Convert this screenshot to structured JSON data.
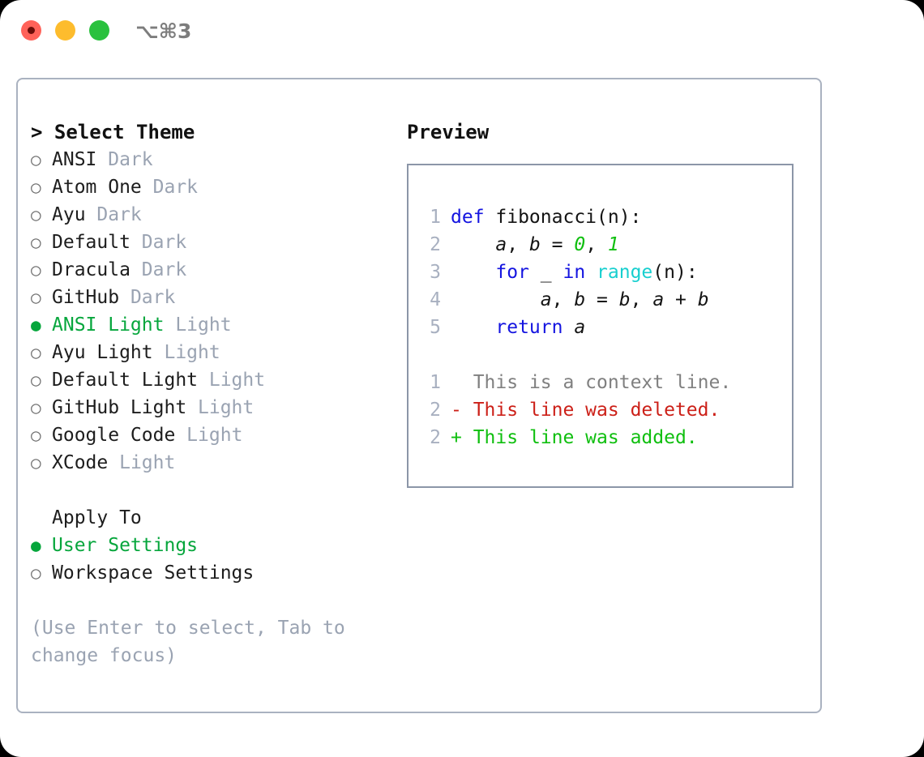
{
  "window": {
    "title": "⌥⌘3",
    "traffic_lights": [
      {
        "name": "close",
        "color": "#ff6259"
      },
      {
        "name": "minimize",
        "color": "#fdbc2d"
      },
      {
        "name": "maximize",
        "color": "#2ac13e"
      }
    ]
  },
  "colors": {
    "panel_border": "#aab2c0",
    "preview_border": "#8c96a8",
    "accent_green": "#06a63c",
    "muted": "#9aa3b2",
    "keyword_blue": "#1414e0",
    "builtin_cyan": "#17cfcf",
    "number_green": "#0fbf0f",
    "diff_added": "#0fbf0f",
    "diff_deleted": "#cc2018",
    "diff_context": "#808080",
    "line_number": "#a8b0c0"
  },
  "theme_picker": {
    "heading": "> Select Theme",
    "items": [
      {
        "marker": "○",
        "name": "ANSI",
        "variant": " Dark",
        "selected": false
      },
      {
        "marker": "○",
        "name": "Atom One",
        "variant": " Dark",
        "selected": false
      },
      {
        "marker": "○",
        "name": "Ayu",
        "variant": " Dark",
        "selected": false
      },
      {
        "marker": "○",
        "name": "Default",
        "variant": " Dark",
        "selected": false
      },
      {
        "marker": "○",
        "name": "Dracula",
        "variant": " Dark",
        "selected": false
      },
      {
        "marker": "○",
        "name": "GitHub",
        "variant": " Dark",
        "selected": false
      },
      {
        "marker": "●",
        "name": "ANSI Light",
        "variant": " Light",
        "selected": true
      },
      {
        "marker": "○",
        "name": "Ayu Light",
        "variant": " Light",
        "selected": false
      },
      {
        "marker": "○",
        "name": "Default Light",
        "variant": " Light",
        "selected": false
      },
      {
        "marker": "○",
        "name": "GitHub Light",
        "variant": " Light",
        "selected": false
      },
      {
        "marker": "○",
        "name": "Google Code",
        "variant": " Light",
        "selected": false
      },
      {
        "marker": "○",
        "name": "XCode",
        "variant": " Light",
        "selected": false
      }
    ]
  },
  "apply_to": {
    "heading": "Apply To",
    "items": [
      {
        "marker": "●",
        "name": "User Settings",
        "selected": true
      },
      {
        "marker": "○",
        "name": "Workspace Settings",
        "selected": false
      }
    ]
  },
  "hint": "(Use Enter to select, Tab to change focus)",
  "preview": {
    "heading": "Preview",
    "code_lines": [
      {
        "no": "1",
        "tokens": [
          {
            "t": "def",
            "c": "kw"
          },
          {
            "t": " fibonacci(n):",
            "c": "fn"
          }
        ]
      },
      {
        "no": "2",
        "tokens": [
          {
            "t": "    ",
            "c": "pl"
          },
          {
            "t": "a",
            "c": "var"
          },
          {
            "t": ", ",
            "c": "pl"
          },
          {
            "t": "b",
            "c": "var"
          },
          {
            "t": " = ",
            "c": "pl"
          },
          {
            "t": "0",
            "c": "num"
          },
          {
            "t": ", ",
            "c": "pl"
          },
          {
            "t": "1",
            "c": "num"
          }
        ]
      },
      {
        "no": "3",
        "tokens": [
          {
            "t": "    ",
            "c": "pl"
          },
          {
            "t": "for",
            "c": "kw"
          },
          {
            "t": " _ ",
            "c": "pl"
          },
          {
            "t": "in",
            "c": "kw"
          },
          {
            "t": " ",
            "c": "pl"
          },
          {
            "t": "range",
            "c": "bi"
          },
          {
            "t": "(n):",
            "c": "pl"
          }
        ]
      },
      {
        "no": "4",
        "tokens": [
          {
            "t": "        ",
            "c": "pl"
          },
          {
            "t": "a",
            "c": "var"
          },
          {
            "t": ", ",
            "c": "pl"
          },
          {
            "t": "b",
            "c": "var"
          },
          {
            "t": " = ",
            "c": "pl"
          },
          {
            "t": "b",
            "c": "var"
          },
          {
            "t": ", ",
            "c": "pl"
          },
          {
            "t": "a",
            "c": "var"
          },
          {
            "t": " + ",
            "c": "pl"
          },
          {
            "t": "b",
            "c": "var"
          }
        ]
      },
      {
        "no": "5",
        "tokens": [
          {
            "t": "    ",
            "c": "pl"
          },
          {
            "t": "return",
            "c": "kw"
          },
          {
            "t": " ",
            "c": "pl"
          },
          {
            "t": "a",
            "c": "var"
          }
        ]
      }
    ],
    "diff_lines": [
      {
        "no": "1",
        "sign": "  ",
        "text": "This is a context line.",
        "kind": "ctx"
      },
      {
        "no": "2",
        "sign": "- ",
        "text": "This line was deleted.",
        "kind": "del"
      },
      {
        "no": "2",
        "sign": "+ ",
        "text": "This line was added.",
        "kind": "add"
      }
    ]
  }
}
